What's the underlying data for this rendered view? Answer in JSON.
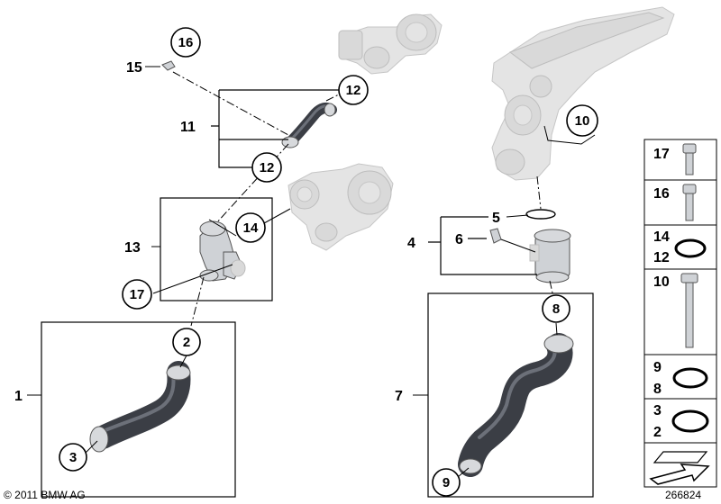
{
  "callouts": {
    "c1": "1",
    "c2": "2",
    "c3": "3",
    "c4": "4",
    "c5": "5",
    "c6": "6",
    "c7": "7",
    "c8": "8",
    "c9": "9",
    "c10": "10",
    "c11": "11",
    "c12a": "12",
    "c12b": "12",
    "c13": "13",
    "c14": "14",
    "c15": "15",
    "c16": "16",
    "c17": "17"
  },
  "side_panel": {
    "p17": "17",
    "p16": "16",
    "p14": "14",
    "p12": "12",
    "p10": "10",
    "p9": "9",
    "p8": "8",
    "p3": "3",
    "p2": "2"
  },
  "footer": {
    "copyright": "© 2011 BMW AG",
    "diagram_number": "266824"
  }
}
